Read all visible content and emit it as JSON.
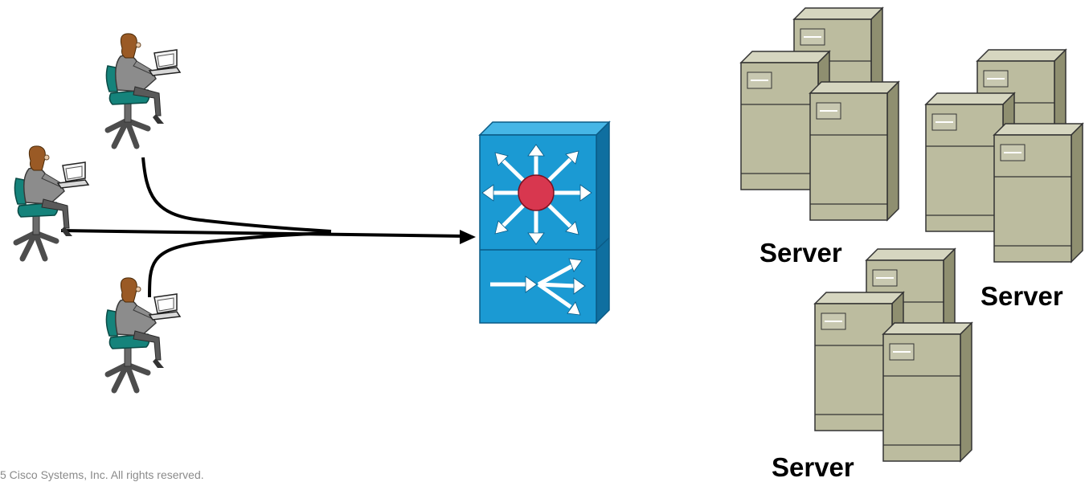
{
  "labels": {
    "server_a": "Server",
    "server_b": "Server",
    "server_c": "Server"
  },
  "footer": {
    "text": "5 Cisco Systems, Inc. All rights reserved."
  },
  "icons": {
    "users": "user-at-laptop-icon",
    "switch": "multilayer-switch-icon",
    "servers": "server-tower-icon"
  },
  "colors": {
    "switch_blue": "#1b9ad3",
    "switch_center": "#d8374f",
    "server_beige": "#bcbc9f",
    "hair": "#9a5a25",
    "chair": "#15837b",
    "link": "#000000"
  }
}
